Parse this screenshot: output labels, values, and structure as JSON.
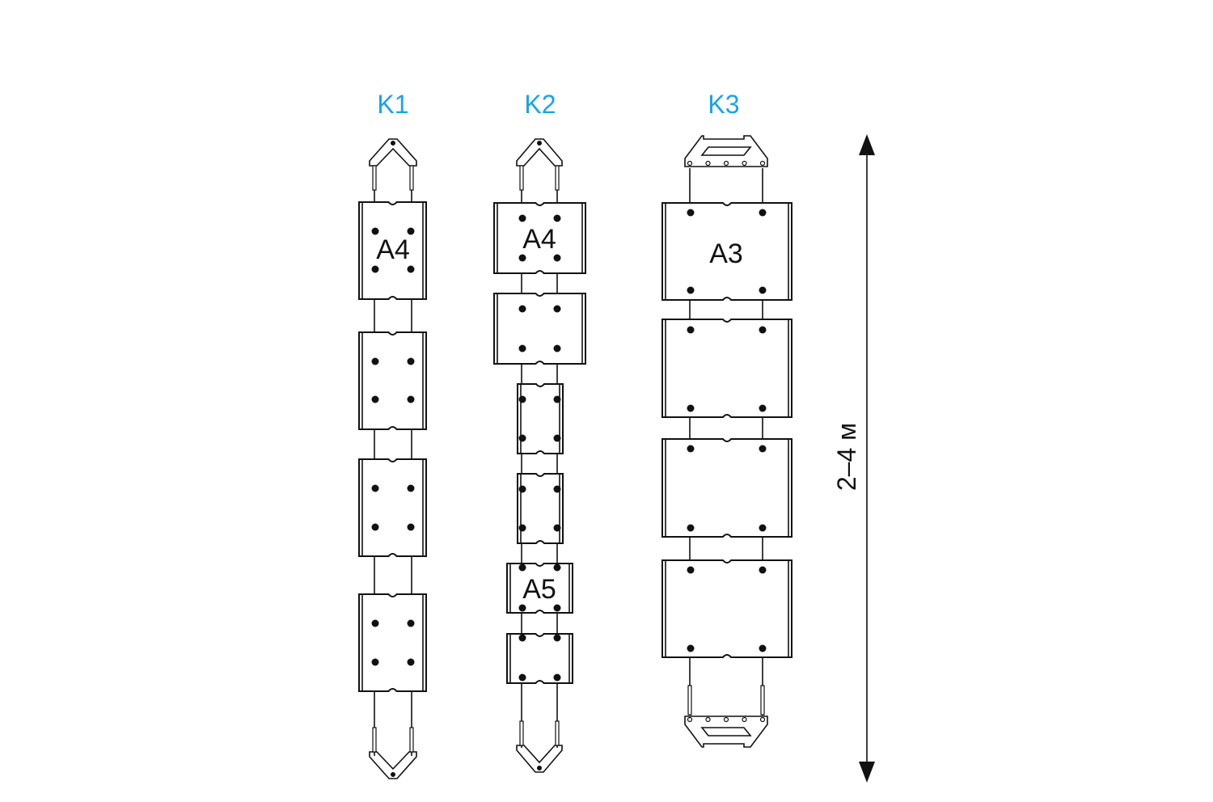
{
  "columns": [
    {
      "label": "K1",
      "panel_label": "A4",
      "panel_count": 4
    },
    {
      "label": "K2",
      "panel_label_top": "A4",
      "panel_label_bottom": "A5",
      "panel_count": 6
    },
    {
      "label": "K3",
      "panel_label": "A3",
      "panel_count": 4
    }
  ],
  "dimension": {
    "label": "2–4 м"
  },
  "colors": {
    "label_accent": "#1aa3e8",
    "line": "#111111"
  }
}
